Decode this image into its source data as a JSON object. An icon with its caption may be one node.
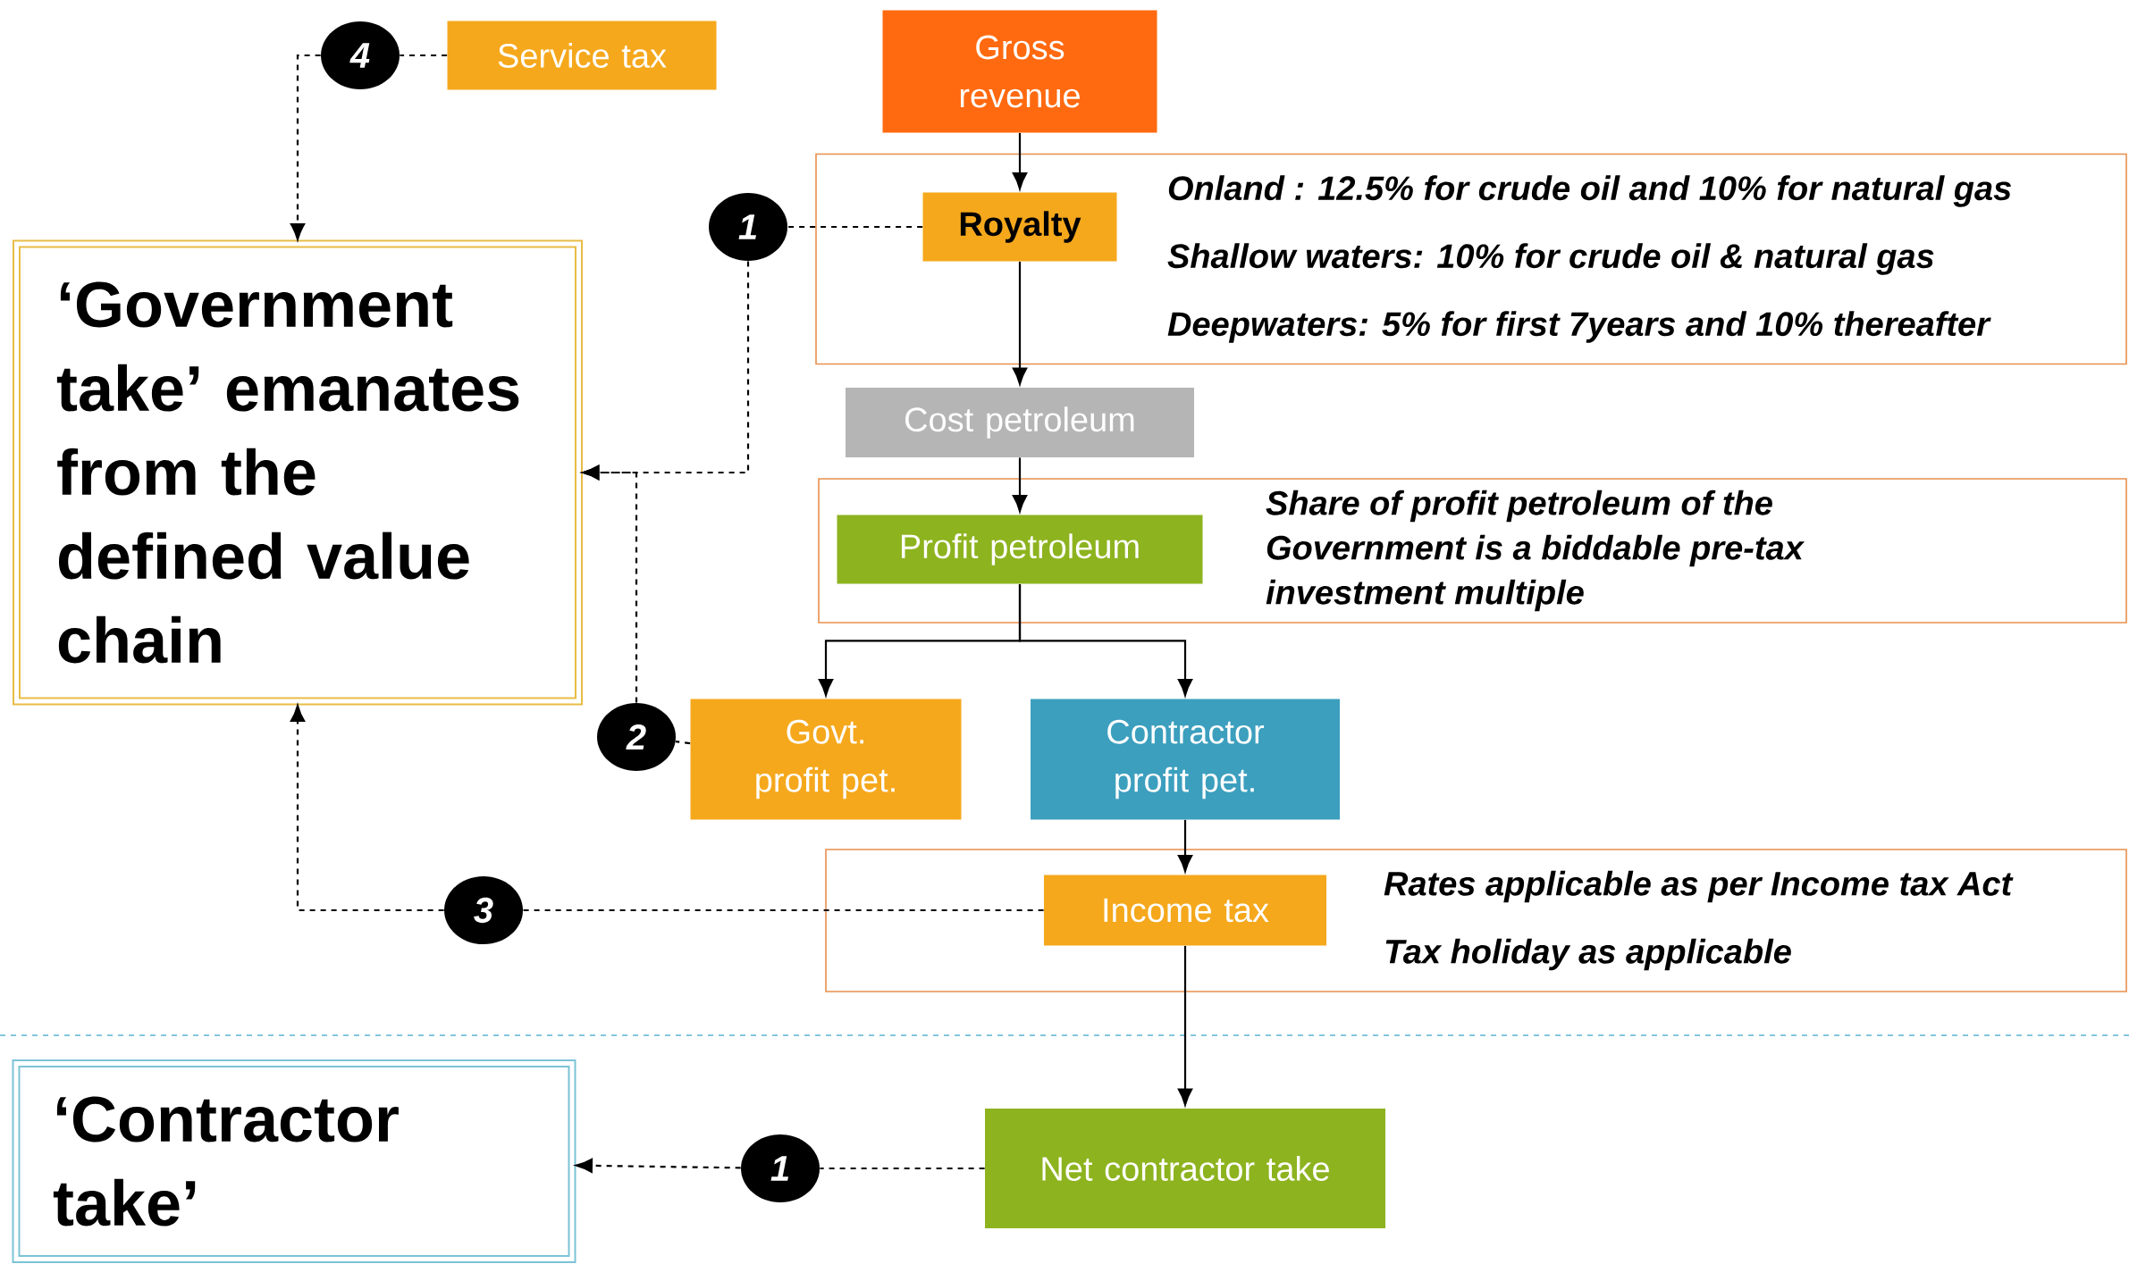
{
  "diagram": {
    "nodes": [
      {
        "text": [
          "4"
        ]
      },
      {
        "text": [
          "Service tax"
        ]
      },
      {
        "text": [
          "Gross revenue"
        ]
      },
      {
        "text": [
          "‘Government take’ emanates from the defined value chain"
        ]
      },
      {
        "text": [
          "Onland : 12.5% for crude oil and 10% for natural gas",
          "Shallow waters: 10% for crude oil & natural gas",
          "Deepwaters: 5% for first 7years and 10% thereafter"
        ]
      },
      {
        "text": [
          "Royalty"
        ],
        "in": 4
      },
      {
        "text": [
          "1"
        ]
      },
      {
        "text": [
          "Cost petroleum"
        ]
      },
      {
        "text": [
          "Share of profit petroleum of the Government is a biddable pre-tax investment multiple"
        ]
      },
      {
        "text": [
          "Profit petroleum"
        ],
        "in": 8
      },
      {
        "text": [
          "2"
        ]
      },
      {
        "text": [
          "Govt. profit pet."
        ]
      },
      {
        "text": [
          "Contractor profit pet."
        ]
      },
      {
        "text": [
          "Rates applicable as per Income tax Act",
          "Tax holiday as applicable"
        ]
      },
      {
        "text": [
          "Income tax"
        ],
        "in": 13
      },
      {
        "text": [
          "3"
        ]
      },
      {
        "text": [
          "‘Contractor take’"
        ]
      },
      {
        "text": [
          "1"
        ]
      },
      {
        "text": [
          "Net contractor take"
        ]
      }
    ],
    "edges": [
      {
        "from": 2,
        "to": 5,
        "arrow": "to"
      },
      {
        "from": 5,
        "to": 7,
        "arrow": "to"
      },
      {
        "from": 7,
        "to": 9,
        "arrow": "to"
      },
      {
        "from": 9,
        "to": 11,
        "arrow": "to"
      },
      {
        "from": 9,
        "to": 12,
        "arrow": "to"
      },
      {
        "from": 12,
        "to": 14,
        "arrow": "to"
      },
      {
        "from": 14,
        "to": 18,
        "arrow": "to"
      },
      {
        "from": 1,
        "to": 0,
        "arrow": "none",
        "style": "dashed"
      },
      {
        "from": 0,
        "to": 3,
        "arrow": "to",
        "style": "dashed"
      },
      {
        "from": 5,
        "to": 6,
        "arrow": "none",
        "style": "dashed"
      },
      {
        "from": 6,
        "to": 3,
        "arrow": "to",
        "style": "dashed"
      },
      {
        "from": 11,
        "to": 10,
        "arrow": "none",
        "style": "dashed"
      },
      {
        "from": 10,
        "to": 3,
        "arrow": "to",
        "style": "dashed"
      },
      {
        "from": 14,
        "to": 15,
        "arrow": "none",
        "style": "dashed"
      },
      {
        "from": 15,
        "to": 3,
        "arrow": "to",
        "style": "dashed"
      },
      {
        "from": 18,
        "to": 17,
        "arrow": "none",
        "style": "dashed"
      },
      {
        "from": 17,
        "to": 16,
        "arrow": "to",
        "style": "dashed"
      }
    ]
  }
}
